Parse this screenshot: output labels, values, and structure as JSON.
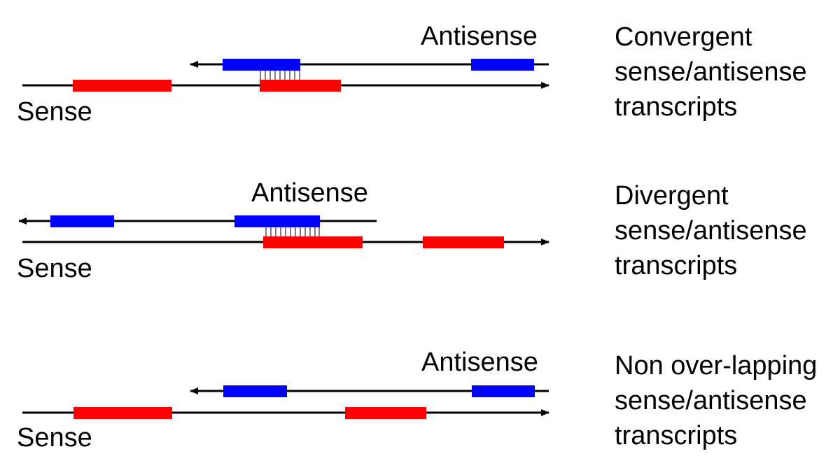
{
  "colors": {
    "sense": "#ff0000",
    "antisense": "#0000ff",
    "line": "#000000"
  },
  "panels": [
    {
      "sense_label": "Sense",
      "antisense_label": "Antisense",
      "description": [
        "Convergent",
        "sense/antisense",
        "transcripts"
      ]
    },
    {
      "sense_label": "Sense",
      "antisense_label": "Antisense",
      "description": [
        "Divergent",
        "sense/antisense",
        "transcripts"
      ]
    },
    {
      "sense_label": "Sense",
      "antisense_label": "Antisense",
      "description": [
        "Non over-lapping",
        "sense/antisense",
        "transcripts"
      ]
    }
  ]
}
